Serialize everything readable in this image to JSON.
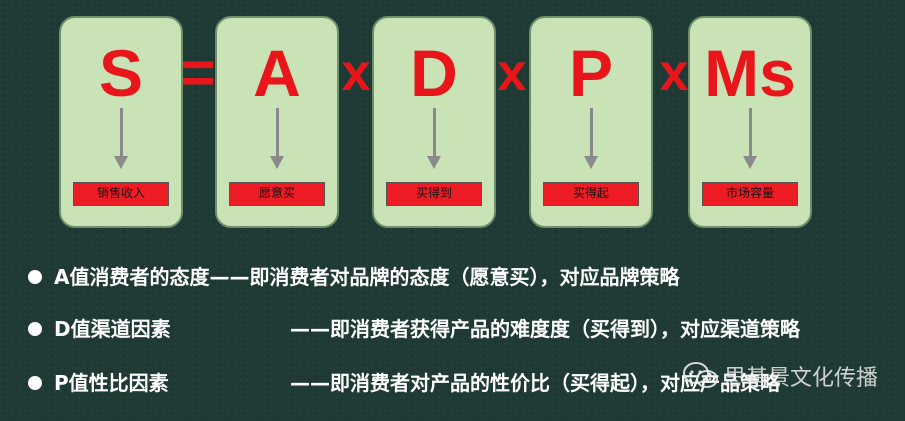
{
  "formula": {
    "terms": [
      {
        "letter": "S",
        "label": "销售收入"
      },
      {
        "letter": "A",
        "label": "愿意买"
      },
      {
        "letter": "D",
        "label": "买得到"
      },
      {
        "letter": "P",
        "label": "买得起"
      },
      {
        "letter": "Ms",
        "label": "市场容量"
      }
    ],
    "operators": [
      "=",
      "x",
      "x",
      "x"
    ]
  },
  "bullets": [
    {
      "label": "A值消费者的态度",
      "desc": "——即消费者对品牌的态度（愿意买），对应品牌策略"
    },
    {
      "label": "D值渠道因素",
      "desc": "——即消费者获得产品的难度度（买得到），对应渠道策略"
    },
    {
      "label": "P值性比因素",
      "desc": "——即消费者对产品的性价比（买得起），对应产品策略"
    }
  ],
  "watermark": {
    "text": "思基景文化传播",
    "icon": "wechat-icon"
  },
  "colors": {
    "card": "#c9e3b6",
    "letter": "#e8161b",
    "tag": "#ee1c24",
    "background": "#1f3a35"
  }
}
